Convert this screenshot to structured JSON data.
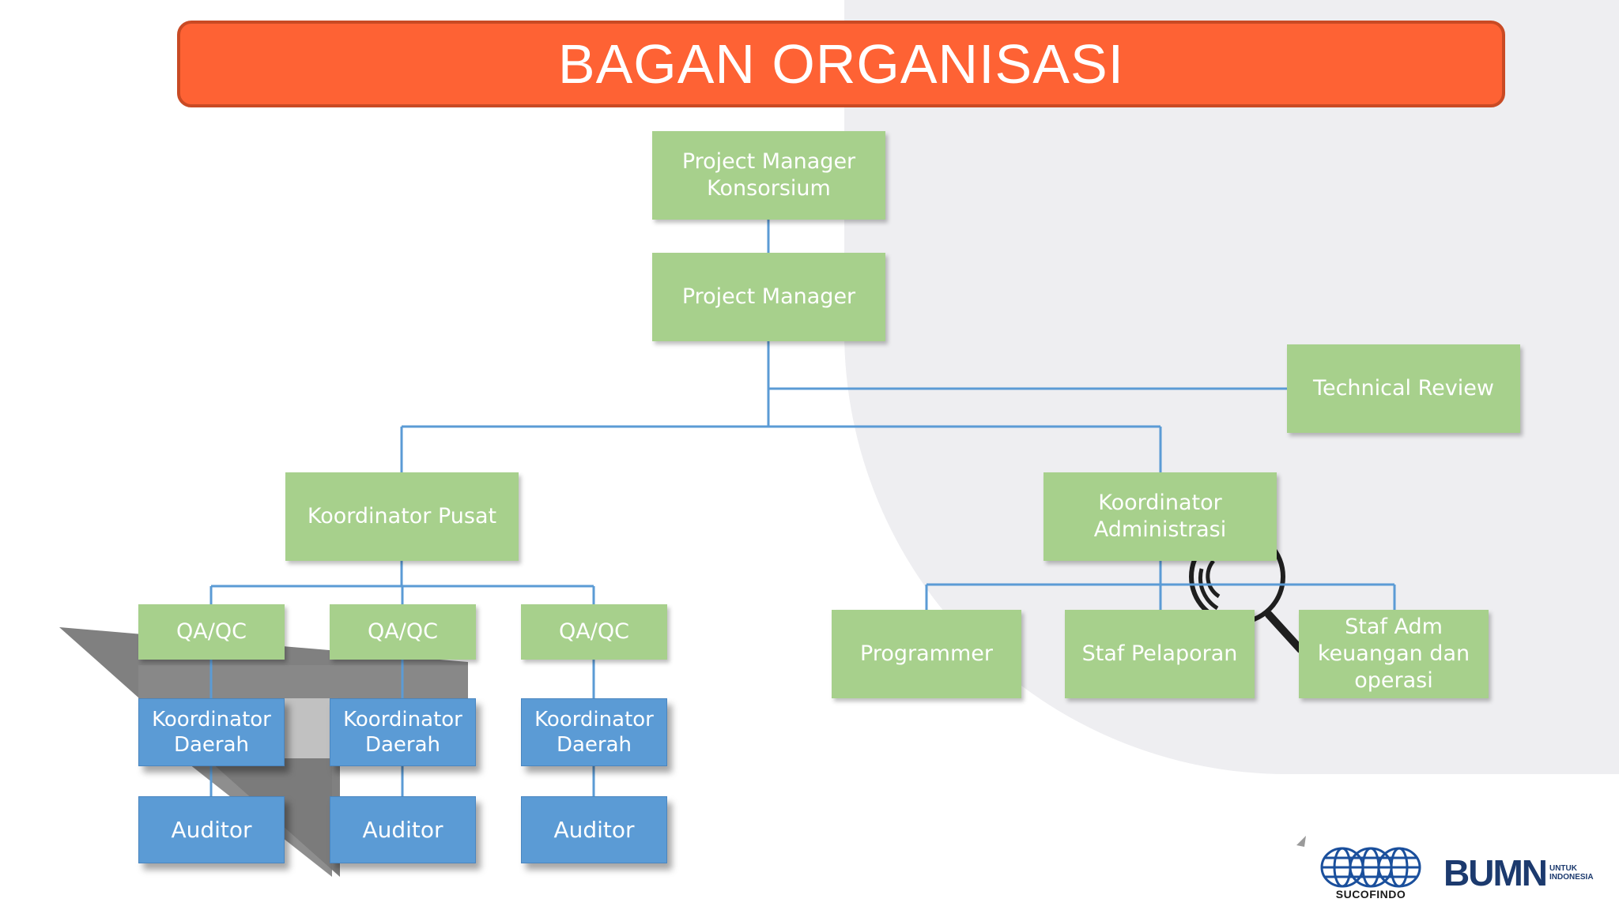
{
  "title": "BAGAN ORGANISASI",
  "colors": {
    "title_bg": "#fe6234",
    "title_border": "#c94a24",
    "node_green": "#a7d08c",
    "node_blue": "#5b9bd5",
    "connector": "#5b9bd5",
    "background_arc": "#eeeef1"
  },
  "nodes": {
    "pm_konsorsium": "Project Manager\nKonsorsium",
    "pm": "Project Manager",
    "technical_review": "Technical Review",
    "koordinator_pusat": "Koordinator Pusat",
    "koordinator_administrasi": "Koordinator\nAdministrasi",
    "qaqc_1": "QA/QC",
    "qaqc_2": "QA/QC",
    "qaqc_3": "QA/QC",
    "kd_1": "Koordinator\nDaerah",
    "kd_2": "Koordinator\nDaerah",
    "kd_3": "Koordinator\nDaerah",
    "auditor_1": "Auditor",
    "auditor_2": "Auditor",
    "auditor_3": "Auditor",
    "programmer": "Programmer",
    "staf_pelaporan": "Staf Pelaporan",
    "staf_adm": "Staf Adm\nkeuangan dan\noperasi"
  },
  "logos": {
    "sucofindo": "SUCOFINDO",
    "bumn": "BUMN",
    "bumn_sub": "UNTUK\nINDONESIA"
  },
  "icons": {
    "watermark": "magnifier-icon",
    "sucofindo_logo": "globe-logo-icon"
  }
}
